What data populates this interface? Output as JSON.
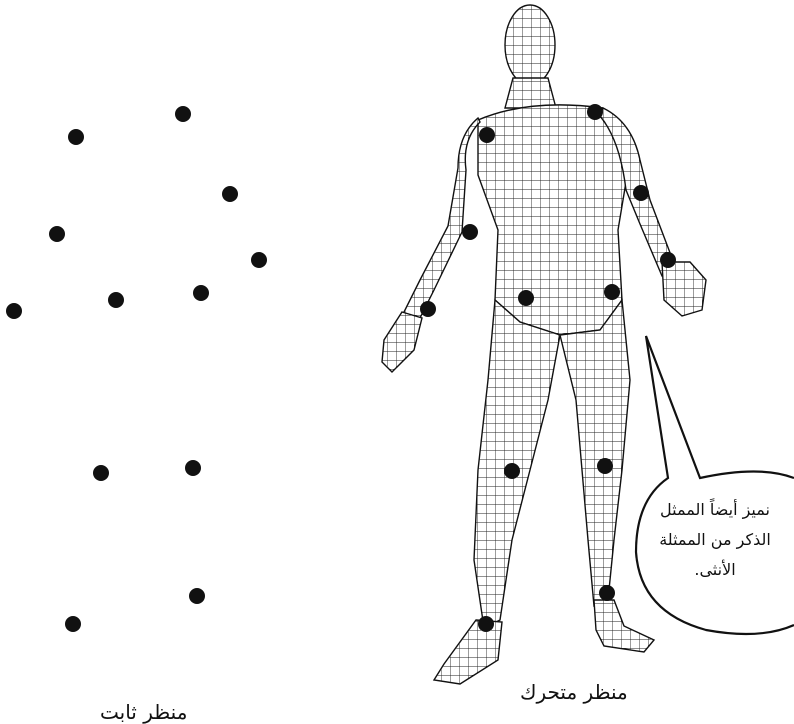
{
  "labels": {
    "moving_view": "منظر متحرك",
    "static_view": "منظر ثابت"
  },
  "speech_bubble": {
    "line1": "نميز أيضاً الممثل",
    "line2": "الذكر من الممثلة",
    "line3": "الأنثى."
  },
  "colors": {
    "ink": "#111111",
    "background": "#ffffff",
    "dot": "#111111"
  }
}
